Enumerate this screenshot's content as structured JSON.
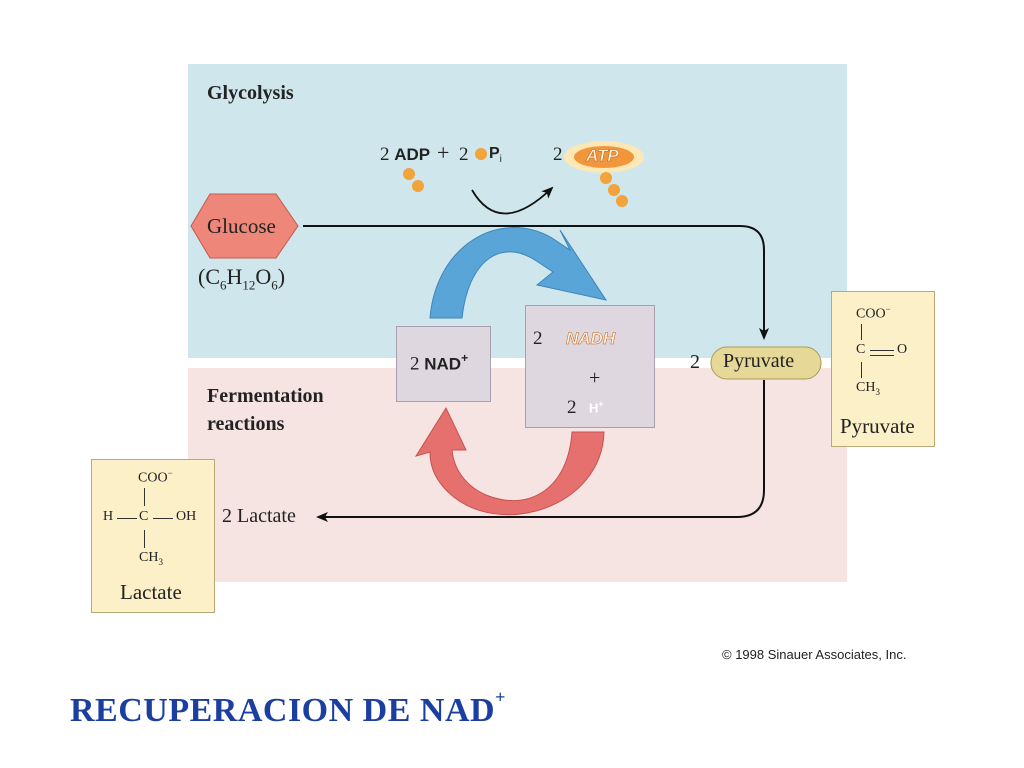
{
  "panels": {
    "glycolysis_title": "Glycolysis",
    "fermentation_title_line1": "Fermentation",
    "fermentation_title_line2": "reactions"
  },
  "colors": {
    "glycolysis_bg": "#cfe6ec",
    "fermentation_bg": "#f6e4e3",
    "blue_arrow": "#5aa5d8",
    "red_arrow": "#e6706e",
    "glucose_fill": "#ee8779",
    "pyruvate_fill": "#e6d998",
    "phosphate": "#f2a33a",
    "title_blue": "#1b3fa0"
  },
  "glucose": {
    "label": "Glucose",
    "formula_open": "(C",
    "c_sub": "6",
    "h": "H",
    "h_sub": "12",
    "o": "O",
    "o_sub": "6",
    "formula_close": ")"
  },
  "atp_reaction": {
    "adp_coef": "2",
    "adp": "ADP",
    "plus": "+",
    "pi_coef": "2",
    "pi": "P",
    "pi_sub": "i",
    "atp_coef": "2",
    "atp": "ATP"
  },
  "nad": {
    "coef": "2",
    "label": "NAD",
    "charge": "+"
  },
  "nadh": {
    "coef": "2",
    "label": "NADH",
    "plus": "+",
    "h_coef": "2",
    "h": "H",
    "h_charge": "+"
  },
  "pyruvate": {
    "coef": "2",
    "label": "Pyruvate"
  },
  "lactate": {
    "coef": "2",
    "label": "Lactate"
  },
  "pyruvate_structure": {
    "coo": "COO",
    "coo_charge": "−",
    "c": "C",
    "eq_o": "O",
    "ch3": "CH",
    "ch3_sub": "3",
    "name": "Pyruvate"
  },
  "lactate_structure": {
    "coo": "COO",
    "coo_charge": "−",
    "h": "H",
    "c": "C",
    "oh": "OH",
    "ch3": "CH",
    "ch3_sub": "3",
    "name": "Lactate"
  },
  "copyright": "© 1998 Sinauer Associates, Inc.",
  "footer": {
    "title": "RECUPERACION DE NAD",
    "sup": "+"
  }
}
